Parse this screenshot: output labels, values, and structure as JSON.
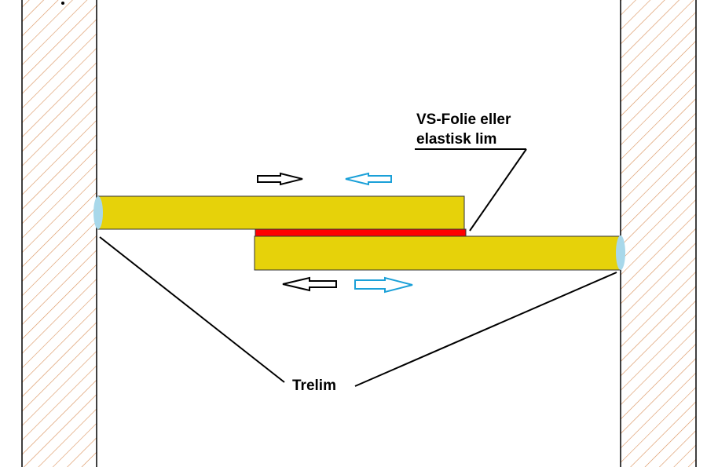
{
  "labels": {
    "foil_line1": "VS-Folie eller",
    "foil_line2": "elastisk lim",
    "glue": "Trelim"
  },
  "colors": {
    "wall_hatch": "#d9905a",
    "board": "#e6d20a",
    "foil": "#ff0000",
    "glue": "#a8d8ea",
    "arrow_black": "#000000",
    "arrow_blue": "#1aa0d8"
  }
}
